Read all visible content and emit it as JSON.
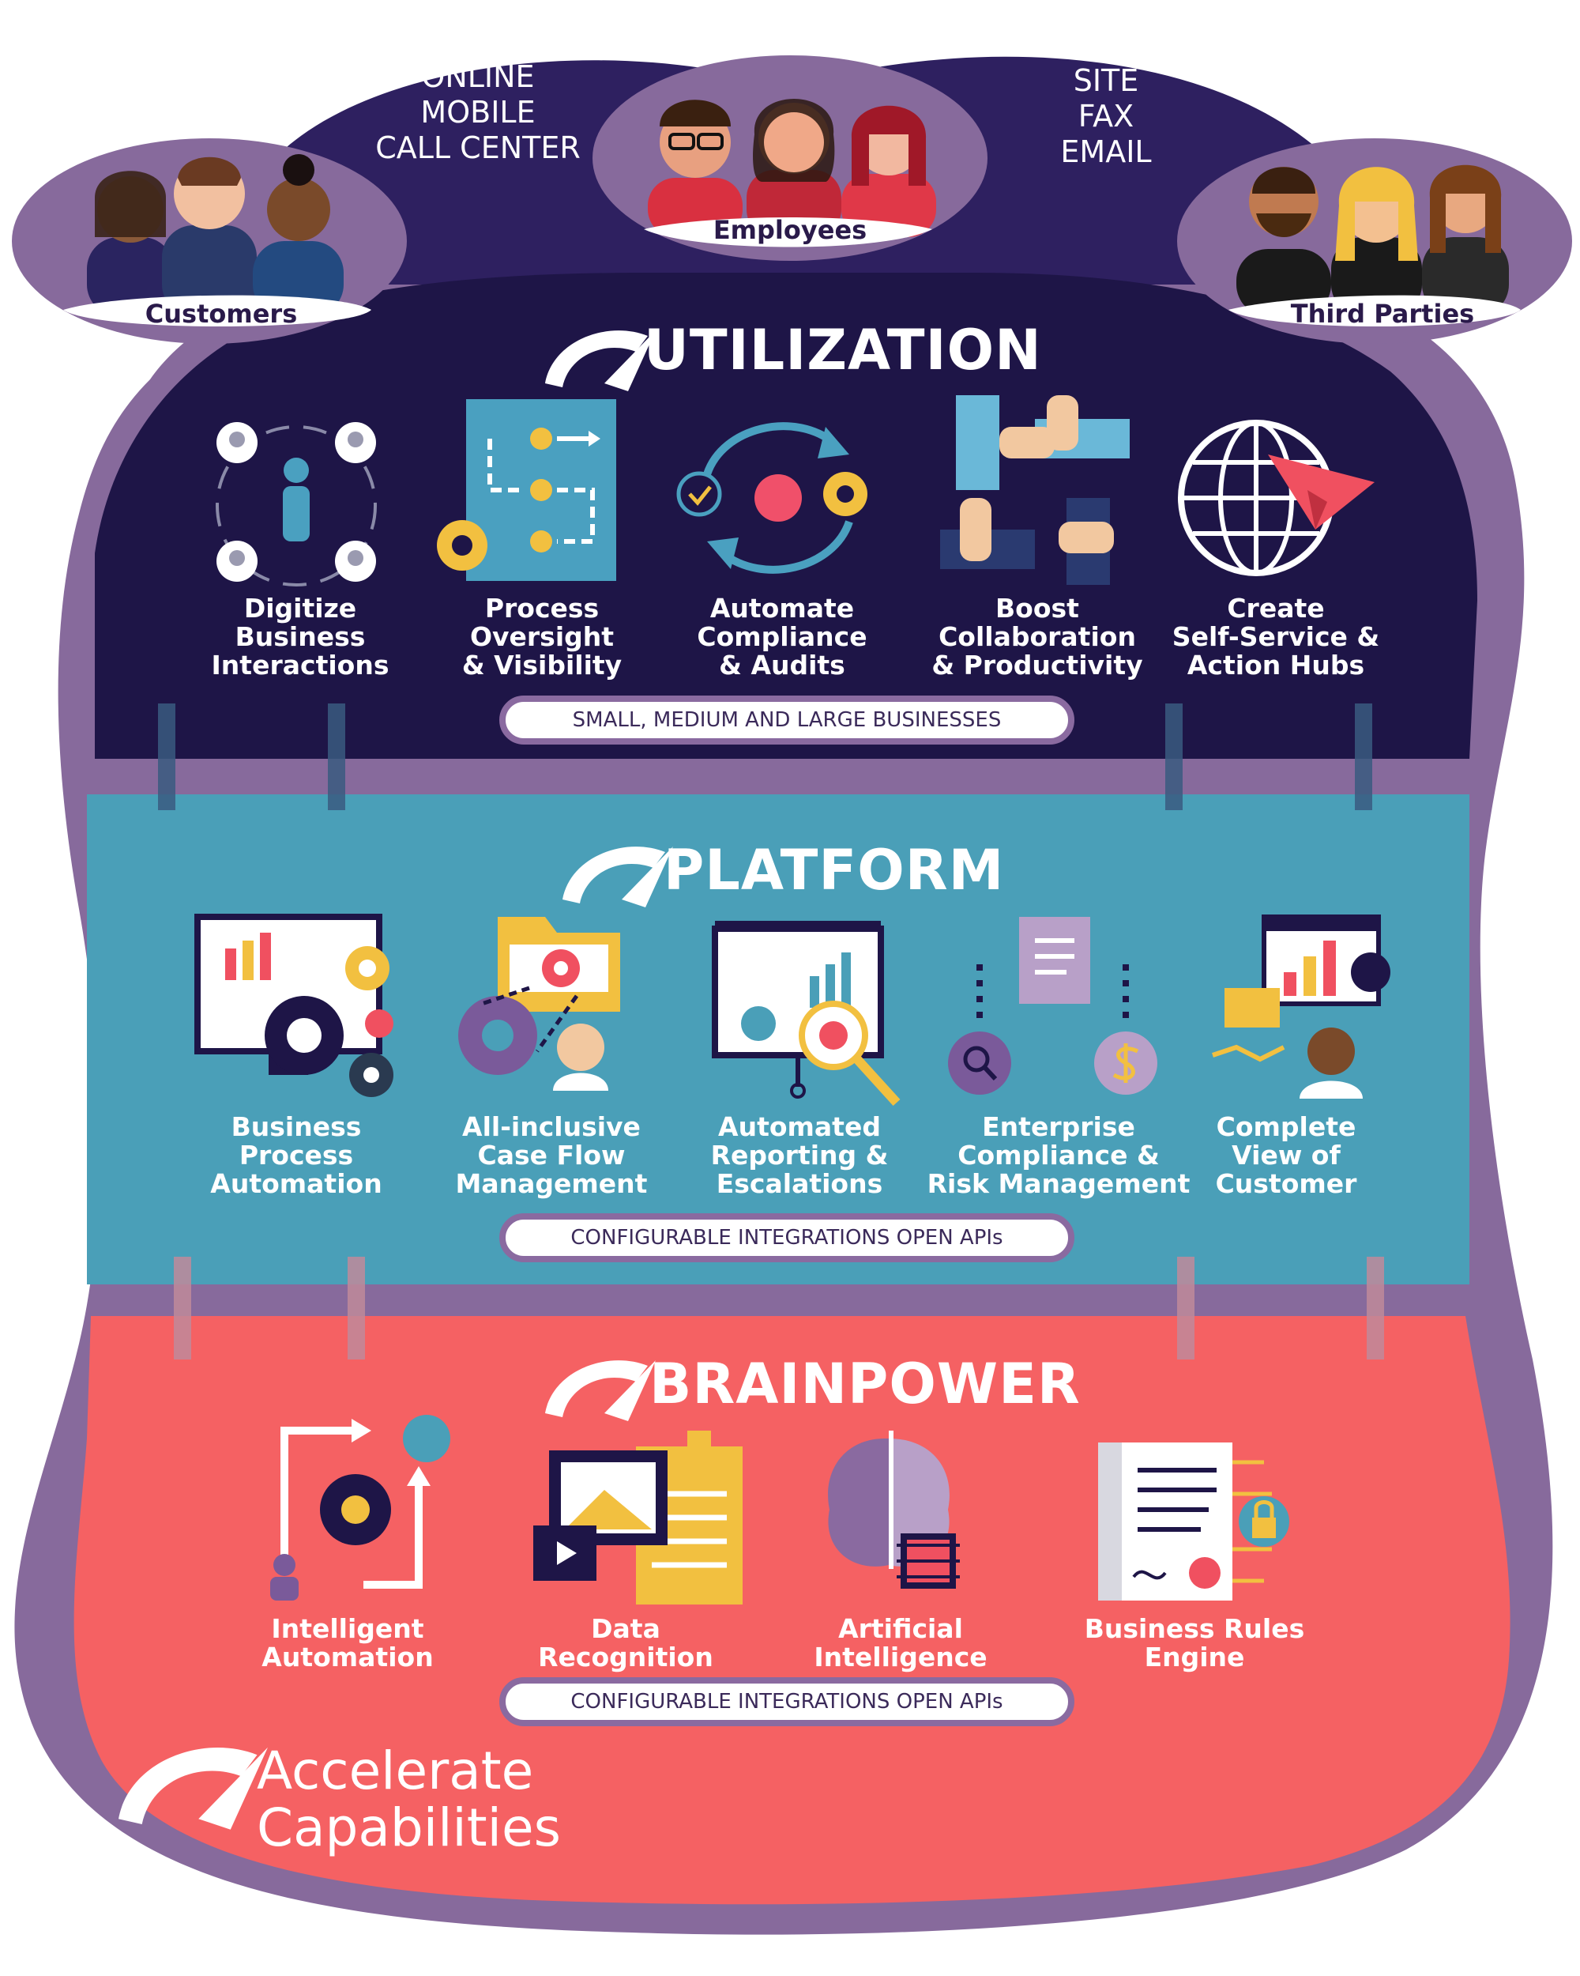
{
  "channels_left": [
    "ONLINE",
    "MOBILE",
    "CALL CENTER"
  ],
  "channels_right": [
    "SITE",
    "FAX",
    "EMAIL"
  ],
  "audiences": {
    "customers": "Customers",
    "employees": "Employees",
    "third_parties": "Third Parties"
  },
  "utilization": {
    "title": "UTILIZATION",
    "items": [
      {
        "icon": "network-person-icon",
        "label": [
          "Digitize",
          "Business",
          "Interactions"
        ]
      },
      {
        "icon": "process-flow-icon",
        "label": [
          "Process",
          "Oversight",
          "& Visibility"
        ]
      },
      {
        "icon": "cycle-check-gear-icon",
        "label": [
          "Automate",
          "Compliance",
          "& Audits"
        ]
      },
      {
        "icon": "hands-collaboration-icon",
        "label": [
          "Boost",
          "Collaboration",
          "& Productivity"
        ]
      },
      {
        "icon": "globe-plane-icon",
        "label": [
          "Create",
          "Self-Service &",
          "Action Hubs"
        ]
      }
    ],
    "pill": "SMALL, MEDIUM AND LARGE BUSINESSES"
  },
  "platform": {
    "title": "PLATFORM",
    "items": [
      {
        "icon": "monitor-gears-icon",
        "label": [
          "Business",
          "Process",
          "Automation"
        ]
      },
      {
        "icon": "folder-gear-person-icon",
        "label": [
          "All-inclusive",
          "Case Flow",
          "Management"
        ]
      },
      {
        "icon": "presentation-magnifier-icon",
        "label": [
          "Automated",
          "Reporting &",
          "Escalations"
        ]
      },
      {
        "icon": "document-dollar-icon",
        "label": [
          "Enterprise",
          "Compliance &",
          "Risk Management"
        ]
      },
      {
        "icon": "dashboard-customer-icon",
        "label": [
          "Complete",
          "View of",
          "Customer"
        ]
      }
    ],
    "pill": "CONFIGURABLE INTEGRATIONS OPEN APIs"
  },
  "brainpower": {
    "title": "BRAINPOWER",
    "items": [
      {
        "icon": "automation-loop-icon",
        "label": [
          "Intelligent",
          "Automation"
        ]
      },
      {
        "icon": "media-document-icon",
        "label": [
          "Data",
          "Recognition"
        ]
      },
      {
        "icon": "brain-chip-icon",
        "label": [
          "Artificial",
          "Intelligence"
        ]
      },
      {
        "icon": "contract-lock-icon",
        "label": [
          "Business Rules",
          "Engine"
        ]
      }
    ],
    "pill": "CONFIGURABLE INTEGRATIONS OPEN APIs"
  },
  "tagline": [
    "Accelerate",
    "Capabilities"
  ],
  "colors": {
    "purple_frame": "#876a9c",
    "navy": "#1e1547",
    "teal": "#4a9fb8",
    "coral": "#f56163",
    "white": "#ffffff"
  }
}
